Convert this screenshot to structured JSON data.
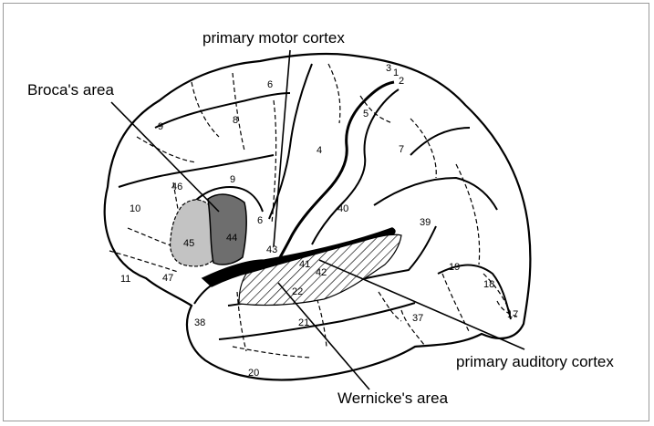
{
  "labels": {
    "primary_motor_cortex": "primary motor cortex",
    "brocas_area": "Broca's area",
    "primary_auditory_cortex": "primary auditory cortex",
    "wernickes_area": "Wernicke's area"
  },
  "areas": [
    "1",
    "2",
    "3",
    "4",
    "5",
    "6",
    "6",
    "7",
    "8",
    "9",
    "9",
    "10",
    "11",
    "17",
    "18",
    "19",
    "20",
    "21",
    "22",
    "37",
    "38",
    "39",
    "40",
    "41",
    "42",
    "43",
    "44",
    "45",
    "46",
    "47"
  ],
  "colors": {
    "outline": "#000000",
    "broca_44_fill": "#6e6e6e",
    "broca_45_fill": "#c3c3c3",
    "background": "#ffffff"
  }
}
